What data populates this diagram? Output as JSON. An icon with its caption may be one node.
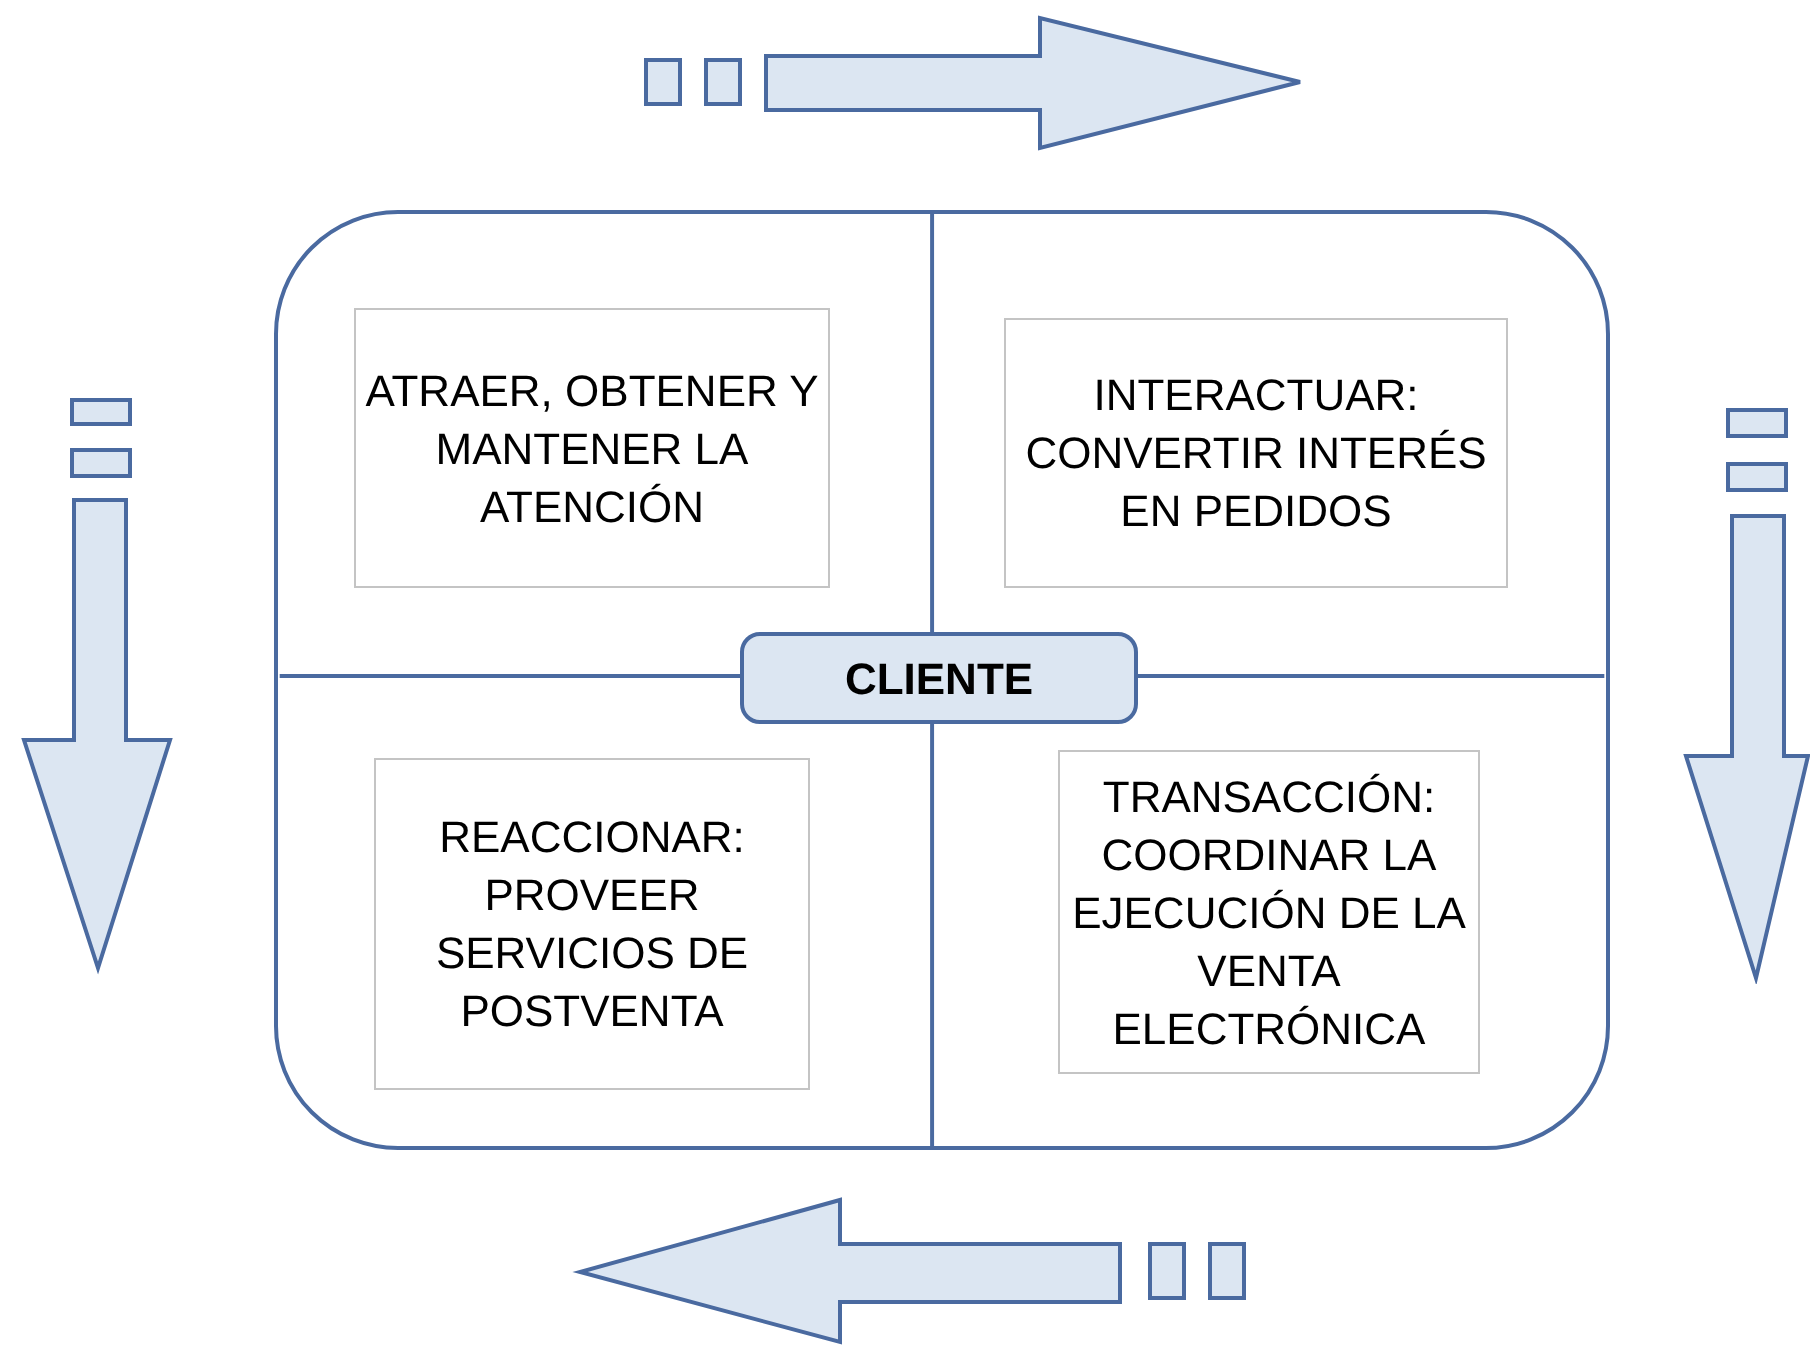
{
  "diagram": {
    "nodes": [
      {
        "text": [],
        "shape": "box"
      },
      {
        "text": [
          "ATRAER, OBTENER Y MANTENER LA ATENCIÓN"
        ],
        "in": 0
      },
      {
        "text": [
          "INTERACTUAR: CONVERTIR INTERÉS EN PEDIDOS"
        ],
        "in": 0
      },
      {
        "text": [
          "CLIENTE"
        ],
        "in": 0
      },
      {
        "text": [
          "REACCIONAR: PROVEER SERVICIOS DE POSTVENTA"
        ],
        "in": 0
      },
      {
        "text": [
          "TRANSACCIÓN: COORDINAR LA EJECUCIÓN DE LA VENTA ELECTRÓNICA"
        ],
        "in": 0
      }
    ]
  }
}
